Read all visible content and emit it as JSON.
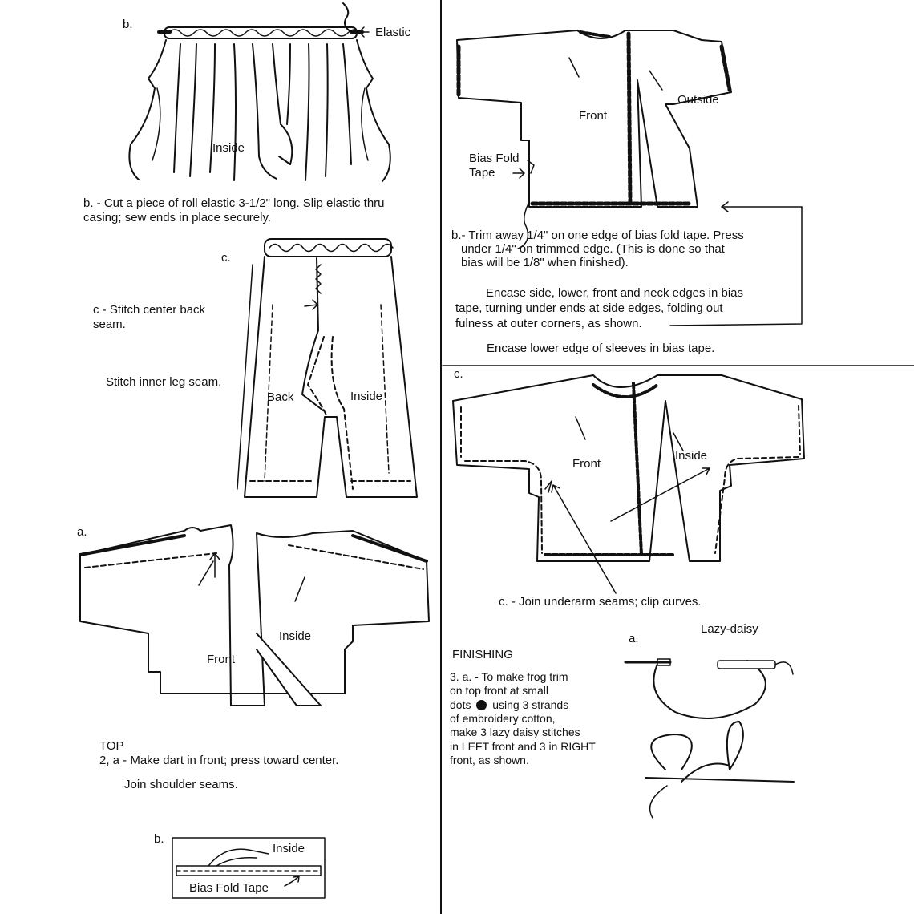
{
  "left_column": {
    "section_b_elastic": {
      "step_letter": "b.",
      "label_elastic": "Elastic",
      "label_inside": "Inside",
      "instruction_line1": "b. - Cut a piece of roll elastic 3-1/2\" long. Slip elastic thru",
      "instruction_line2": "casing; sew ends in place securely."
    },
    "section_c_pants": {
      "step_letter": "c.",
      "callout_line1": "c - Stitch center back",
      "callout_line2": "seam.",
      "inner_leg": "Stitch inner leg seam.",
      "label_back": "Back",
      "label_inside": "Inside"
    },
    "section_a_top": {
      "step_letter": "a.",
      "label_front": "Front",
      "label_inside": "Inside",
      "heading": "TOP",
      "instruction_line1": "2, a - Make dart in front; press toward center.",
      "instruction_line2": "Join shoulder seams."
    },
    "section_b_bias_detail": {
      "step_letter": "b.",
      "label_inside": "Inside",
      "label_bias": "Bias Fold Tape"
    }
  },
  "right_column": {
    "section_b_jacket": {
      "label_front": "Front",
      "label_outside": "Outside",
      "label_bias_line1": "Bias Fold",
      "label_bias_line2": "Tape",
      "instruction_line1": "b.- Trim away 1/4\" on one edge of bias fold tape.  Press",
      "instruction_line2": "under 1/4\" on trimmed edge. (This is done so that",
      "instruction_line3": "bias will be 1/8\" when finished).",
      "encase_line1": "Encase side, lower, front and neck edges in bias",
      "encase_line2": "tape, turning under ends at side edges, folding out",
      "encase_line3": "fulness at outer corners, as shown.",
      "sleeves": "Encase lower edge of sleeves in bias tape."
    },
    "section_c_jacket": {
      "step_letter": "c.",
      "label_front": "Front",
      "label_inside": "Inside",
      "instruction": "c. - Join underarm seams; clip curves."
    },
    "finishing": {
      "heading": "FINISHING",
      "line1": "3. a. - To make frog trim",
      "line2": "on top front at small",
      "line3_pre": "dots",
      "line3_post": "using 3 strands",
      "line4": "of embroidery cotton,",
      "line5": "make 3 lazy daisy stitches",
      "line6": "in LEFT front and 3 in RIGHT",
      "line7": "front, as shown.",
      "diagram_letter": "a.",
      "diagram_title": "Lazy-daisy"
    }
  }
}
